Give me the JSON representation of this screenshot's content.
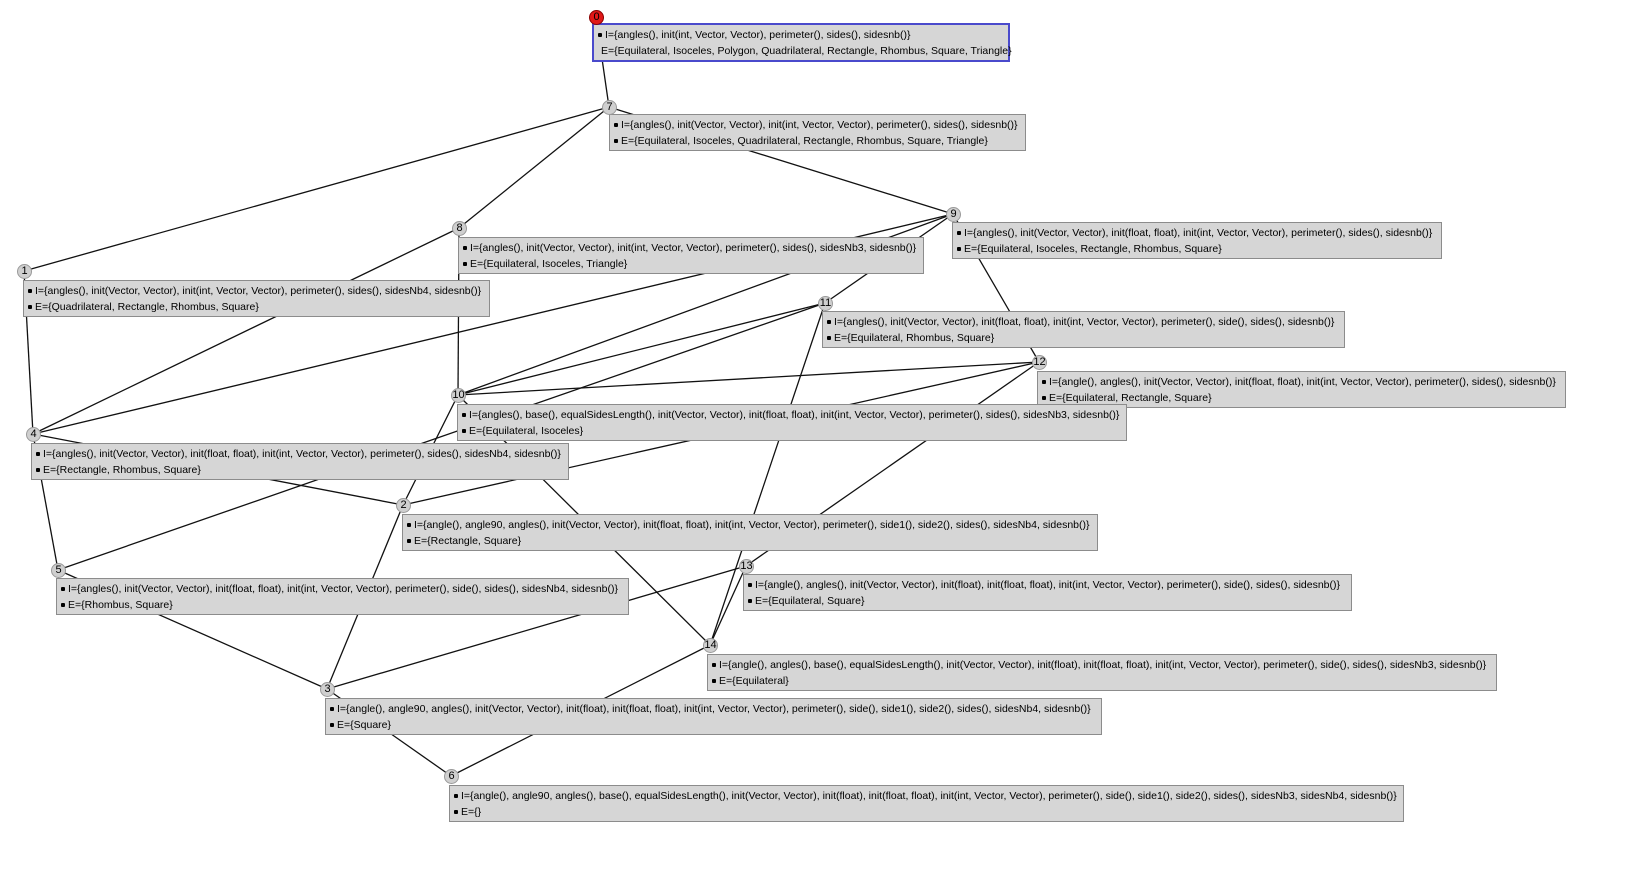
{
  "nodes": [
    {
      "id": "0",
      "intent": "I={angles(), init(int, Vector, Vector), perimeter(), sides(), sidesnb()}",
      "extent": "E={Equilateral, Isoceles, Polygon, Quadrilateral, Rectangle, Rhombus, Square, Triangle}"
    },
    {
      "id": "7",
      "intent": "I={angles(), init(Vector, Vector), init(int, Vector, Vector), perimeter(), sides(), sidesnb()}",
      "extent": "E={Equilateral, Isoceles, Quadrilateral, Rectangle, Rhombus, Square, Triangle}"
    },
    {
      "id": "8",
      "intent": "I={angles(), init(Vector, Vector), init(int, Vector, Vector), perimeter(), sides(), sidesNb3, sidesnb()}",
      "extent": "E={Equilateral, Isoceles, Triangle}"
    },
    {
      "id": "9",
      "intent": "I={angles(), init(Vector, Vector), init(float, float), init(int, Vector, Vector), perimeter(), sides(), sidesnb()}",
      "extent": "E={Equilateral, Isoceles, Rectangle, Rhombus, Square}"
    },
    {
      "id": "1",
      "intent": "I={angles(), init(Vector, Vector), init(int, Vector, Vector), perimeter(), sides(), sidesNb4, sidesnb()}",
      "extent": "E={Quadrilateral, Rectangle, Rhombus, Square}"
    },
    {
      "id": "11",
      "intent": "I={angles(), init(Vector, Vector), init(float, float), init(int, Vector, Vector), perimeter(), side(), sides(), sidesnb()}",
      "extent": "E={Equilateral, Rhombus, Square}"
    },
    {
      "id": "12",
      "intent": "I={angle(), angles(), init(Vector, Vector), init(float, float), init(int, Vector, Vector), perimeter(), sides(), sidesnb()}",
      "extent": "E={Equilateral, Rectangle, Square}"
    },
    {
      "id": "10",
      "intent": "I={angles(), base(), equalSidesLength(), init(Vector, Vector), init(float, float), init(int, Vector, Vector), perimeter(), sides(), sidesNb3, sidesnb()}",
      "extent": "E={Equilateral, Isoceles}"
    },
    {
      "id": "4",
      "intent": "I={angles(), init(Vector, Vector), init(float, float), init(int, Vector, Vector), perimeter(), sides(), sidesNb4, sidesnb()}",
      "extent": "E={Rectangle, Rhombus, Square}"
    },
    {
      "id": "2",
      "intent": "I={angle(), angle90, angles(), init(Vector, Vector), init(float, float), init(int, Vector, Vector), perimeter(), side1(), side2(), sides(), sidesNb4, sidesnb()}",
      "extent": "E={Rectangle, Square}"
    },
    {
      "id": "5",
      "intent": "I={angles(), init(Vector, Vector), init(float, float), init(int, Vector, Vector), perimeter(), side(), sides(), sidesNb4, sidesnb()}",
      "extent": "E={Rhombus, Square}"
    },
    {
      "id": "13",
      "intent": "I={angle(), angles(), init(Vector, Vector), init(float), init(float, float), init(int, Vector, Vector), perimeter(), side(), sides(), sidesnb()}",
      "extent": "E={Equilateral, Square}"
    },
    {
      "id": "14",
      "intent": "I={angle(), angles(), base(), equalSidesLength(), init(Vector, Vector), init(float), init(float, float), init(int, Vector, Vector), perimeter(), side(), sides(), sidesNb3, sidesnb()}",
      "extent": "E={Equilateral}"
    },
    {
      "id": "3",
      "intent": "I={angle(), angle90, angles(), init(Vector, Vector), init(float), init(float, float), init(int, Vector, Vector), perimeter(), side(), side1(), side2(), sides(), sidesNb4, sidesnb()}",
      "extent": "E={Square}"
    },
    {
      "id": "6",
      "intent": "I={angle(), angle90, angles(), base(), equalSidesLength(), init(Vector, Vector), init(float), init(float, float), init(int, Vector, Vector), perimeter(), side(), side1(), side2(), sides(), sidesNb3, sidesNb4, sidesnb()}",
      "extent": "E={}"
    }
  ],
  "edges": [
    [
      "0",
      "7"
    ],
    [
      "7",
      "8"
    ],
    [
      "7",
      "9"
    ],
    [
      "7",
      "1"
    ],
    [
      "8",
      "10"
    ],
    [
      "8",
      "4"
    ],
    [
      "9",
      "10"
    ],
    [
      "9",
      "4"
    ],
    [
      "9",
      "11"
    ],
    [
      "9",
      "12"
    ],
    [
      "1",
      "4"
    ],
    [
      "11",
      "10"
    ],
    [
      "11",
      "14"
    ],
    [
      "11",
      "5"
    ],
    [
      "12",
      "2"
    ],
    [
      "12",
      "10"
    ],
    [
      "12",
      "13"
    ],
    [
      "10",
      "2"
    ],
    [
      "10",
      "14"
    ],
    [
      "4",
      "2"
    ],
    [
      "4",
      "5"
    ],
    [
      "2",
      "3"
    ],
    [
      "5",
      "3"
    ],
    [
      "13",
      "3"
    ],
    [
      "13",
      "14"
    ],
    [
      "14",
      "6"
    ],
    [
      "3",
      "6"
    ]
  ]
}
